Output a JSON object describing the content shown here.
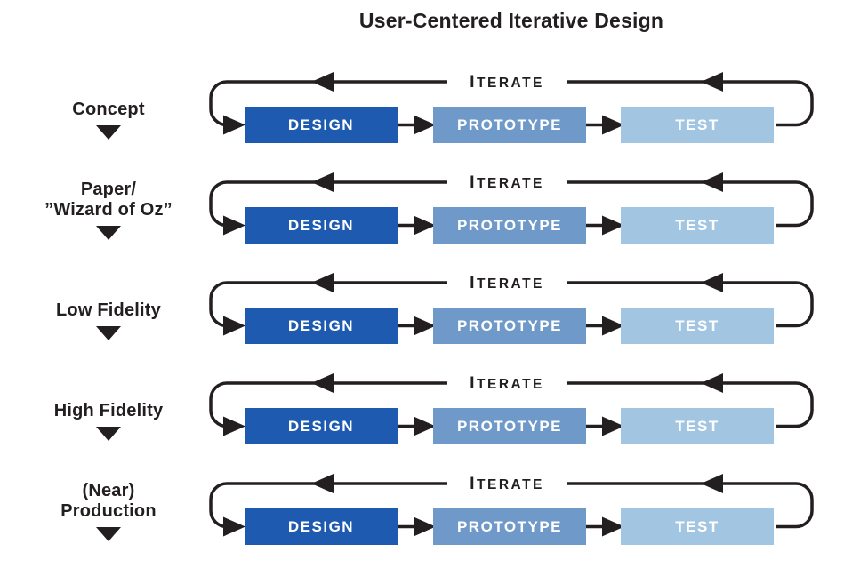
{
  "title": "User-Centered Iterative Design",
  "loop": {
    "iterate_label": "ITERATE"
  },
  "boxes": {
    "design": "DESIGN",
    "prototype": "PROTOTYPE",
    "test": "TEST"
  },
  "rows": [
    {
      "label": "Concept"
    },
    {
      "label": "Paper/\n”Wizard of Oz”"
    },
    {
      "label": "Low Fidelity"
    },
    {
      "label": "High Fidelity"
    },
    {
      "label": "(Near)\nProduction"
    }
  ],
  "colors": {
    "design": "#1e5bb0",
    "prototype": "#6f99c8",
    "test": "#a2c5e1",
    "line": "#231f20"
  }
}
